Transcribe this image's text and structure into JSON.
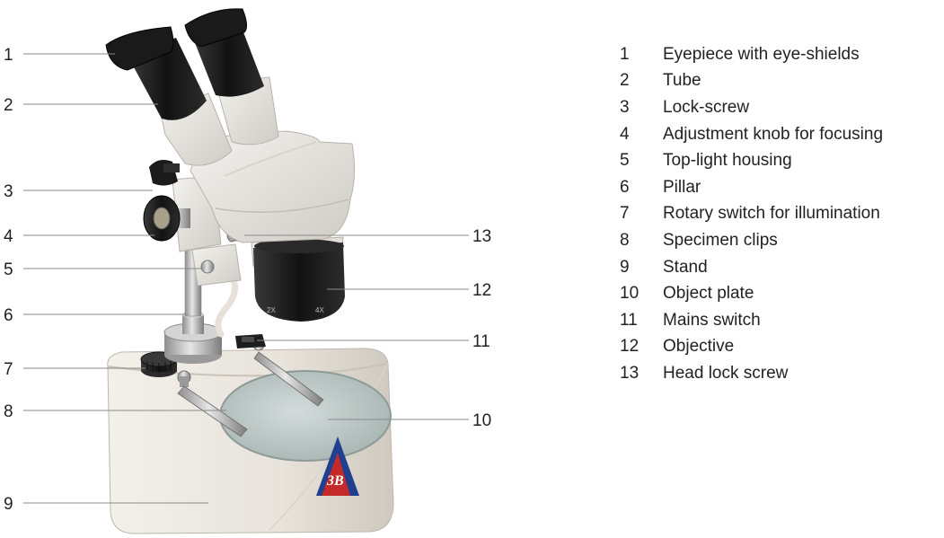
{
  "parts": [
    {
      "num": "1",
      "label": "Eyepiece with eye-shields"
    },
    {
      "num": "2",
      "label": "Tube"
    },
    {
      "num": "3",
      "label": "Lock-screw"
    },
    {
      "num": "4",
      "label": "Adjustment knob for focusing"
    },
    {
      "num": "5",
      "label": "Top-light housing"
    },
    {
      "num": "6",
      "label": "Pillar"
    },
    {
      "num": "7",
      "label": "Rotary switch for illumination"
    },
    {
      "num": "8",
      "label": "Specimen clips"
    },
    {
      "num": "9",
      "label": "Stand"
    },
    {
      "num": "10",
      "label": "Object plate"
    },
    {
      "num": "11",
      "label": "Mains switch"
    },
    {
      "num": "12",
      "label": "Objective"
    },
    {
      "num": "13",
      "label": "Head lock screw"
    }
  ],
  "photo": {
    "objective_markings": [
      "2X",
      "4X"
    ],
    "logo_text": "3B"
  },
  "colors": {
    "body_white": "#ece8e0",
    "eyepiece_black": "#1a1a1a",
    "metal": "#b8b8b8",
    "glass_plate": "#bcc8c6",
    "logo_blue": "#1f3f8f",
    "logo_red": "#c42a2a"
  }
}
